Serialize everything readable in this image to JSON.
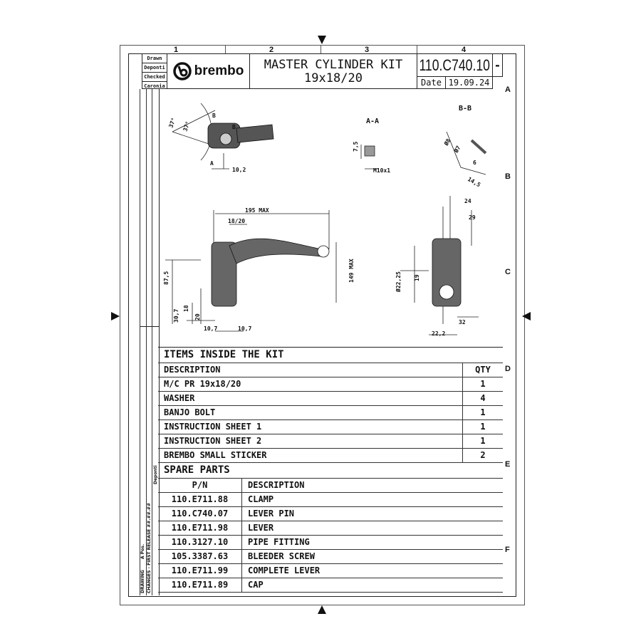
{
  "grid": {
    "columns": [
      "1",
      "2",
      "3",
      "4"
    ],
    "rows": [
      "A",
      "B",
      "C",
      "D",
      "E",
      "F"
    ]
  },
  "title_block": {
    "drawn_label": "Drawn",
    "drawn_by": "Deponti",
    "checked_label": "Checked",
    "checked_by": "Caronia",
    "logo_text": "brembo",
    "title": "MASTER CYLINDER KIT",
    "subtitle": "19x18/20",
    "part_number": "110.C740.10",
    "revision": "-",
    "date_label": "Date",
    "date": "19.09.24"
  },
  "drawing": {
    "views": {
      "section_aa": "A-A",
      "section_bb": "B-B"
    },
    "dims": {
      "angle1": "37°",
      "angle2": "37°",
      "b1": "B",
      "b2": "B",
      "a1": "A",
      "d102": "10,2",
      "d75": "7,5",
      "m10": "M10x1",
      "d8": "Ø8",
      "d7": "Ø7",
      "d6": "6",
      "d145": "14,5",
      "d195": "195 MAX",
      "d1820": "18/20",
      "d875": "87,5",
      "d149": "149 MAX",
      "d307": "30,7",
      "d18": "18",
      "d20": "20",
      "d107a": "10,7",
      "d107b": "10,7",
      "d2225": "Ø22,25",
      "d19": "19",
      "d24": "24",
      "d29": "29",
      "d32": "32",
      "d222": "22,2"
    }
  },
  "side_strip": {
    "drawing_label": "DRAWING",
    "changes_label": "CHANGES",
    "rev": "A",
    "pos": "Pos.",
    "first_release": "FIRST RELEASE ##.##.##",
    "dash": "-",
    "deponti": "Deponti"
  },
  "items_kit": {
    "title": "ITEMS INSIDE THE KIT",
    "headers": [
      "DESCRIPTION",
      "QTY"
    ],
    "rows": [
      [
        "M/C PR 19x18/20",
        "1"
      ],
      [
        "WASHER",
        "4"
      ],
      [
        "BANJO BOLT",
        "1"
      ],
      [
        "INSTRUCTION SHEET 1",
        "1"
      ],
      [
        "INSTRUCTION SHEET 2",
        "1"
      ],
      [
        "BREMBO SMALL STICKER",
        "2"
      ]
    ]
  },
  "spare_parts": {
    "title": "SPARE PARTS",
    "headers": [
      "P/N",
      "DESCRIPTION"
    ],
    "rows": [
      [
        "110.E711.88",
        "CLAMP"
      ],
      [
        "110.C740.07",
        "LEVER PIN"
      ],
      [
        "110.E711.98",
        "LEVER"
      ],
      [
        "110.3127.10",
        "PIPE FITTING"
      ],
      [
        "105.3387.63",
        "BLEEDER SCREW"
      ],
      [
        "110.E711.99",
        "COMPLETE LEVER"
      ],
      [
        "110.E711.89",
        "CAP"
      ]
    ]
  }
}
